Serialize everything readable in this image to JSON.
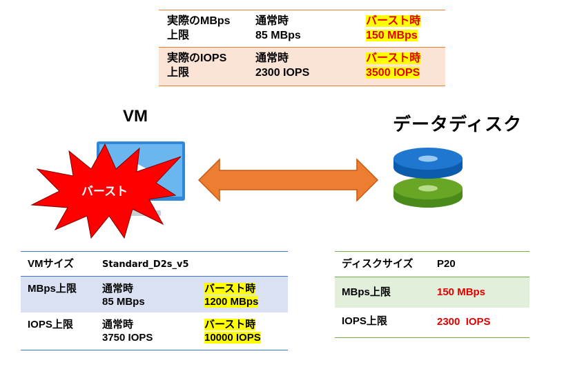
{
  "top_table": {
    "row1": {
      "label_line1": "実際のMBps",
      "label_line2": "上限",
      "normal_line1": "通常時",
      "normal_line2": "85 MBps",
      "burst_line1": "バースト時",
      "burst_line2": "150 MBps"
    },
    "row2": {
      "label_line1": "実際のIOPS",
      "label_line2": "上限",
      "normal_line1": "通常時",
      "normal_line2": "2300 IOPS",
      "burst_line1": "バースト時",
      "burst_line2": "3500 IOPS"
    }
  },
  "vm": {
    "title": "VM",
    "burst_label": "バースト",
    "table": {
      "size_label": "VMサイズ",
      "size_value": "Standard_D2s_v5",
      "mbps_label": "MBps上限",
      "mbps_normal_line1": "通常時",
      "mbps_normal_line2": "85 MBps",
      "mbps_burst_line1": "バースト時",
      "mbps_burst_line2": "1200 MBps",
      "iops_label": "IOPS上限",
      "iops_normal_line1": "通常時",
      "iops_normal_line2": "3750 IOPS",
      "iops_burst_line1": "バースト時",
      "iops_burst_line2": "10000 IOPS"
    }
  },
  "disk": {
    "title": "データディスク",
    "table": {
      "size_label": "ディスクサイズ",
      "size_value": "P20",
      "mbps_label": "MBps上限",
      "mbps_value": "150 MBps",
      "iops_label": "IOPS上限",
      "iops_value": "2300  IOPS"
    }
  },
  "colors": {
    "orange_border": "#ed7d31",
    "light_orange_row": "#fbe3d6",
    "blue_border": "#4472c4",
    "blue_row": "#d9e1f2",
    "green_border": "#70ad47",
    "green_row": "#e2efda",
    "highlight": "#ffff00",
    "red_text": "#e00000",
    "arrow": "#ed7d31",
    "burst_star": "#ff0000",
    "disk_blue": "#1f77d0",
    "disk_green": "#6aa626"
  }
}
